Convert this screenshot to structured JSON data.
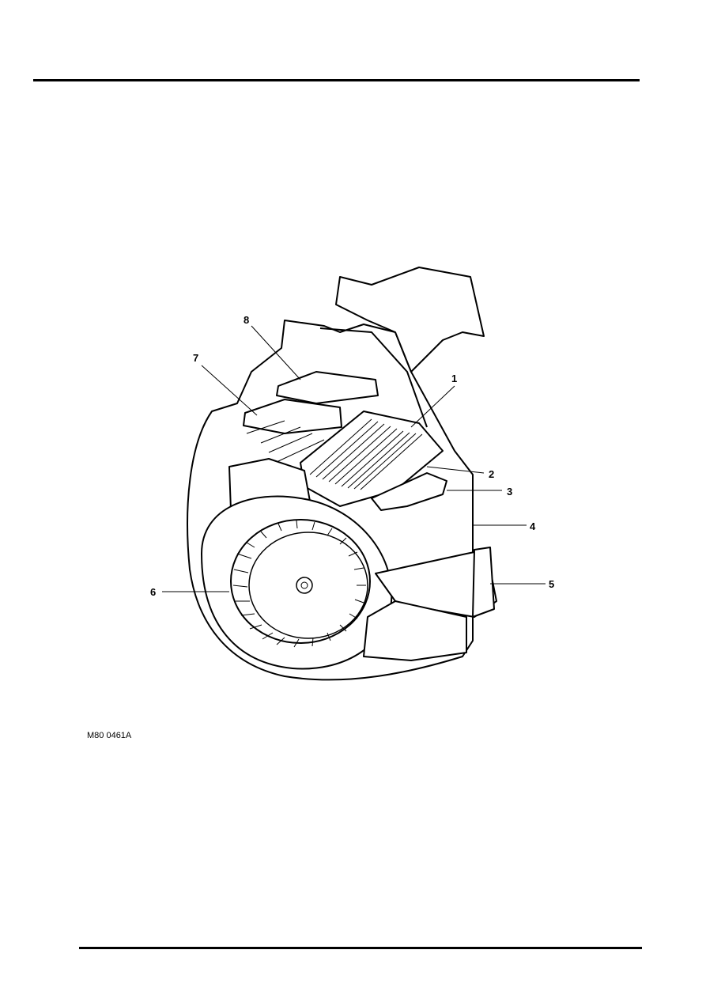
{
  "figure": {
    "reference": "M80 0461A",
    "callouts": [
      "1",
      "2",
      "3",
      "4",
      "5",
      "6",
      "7",
      "8"
    ]
  }
}
